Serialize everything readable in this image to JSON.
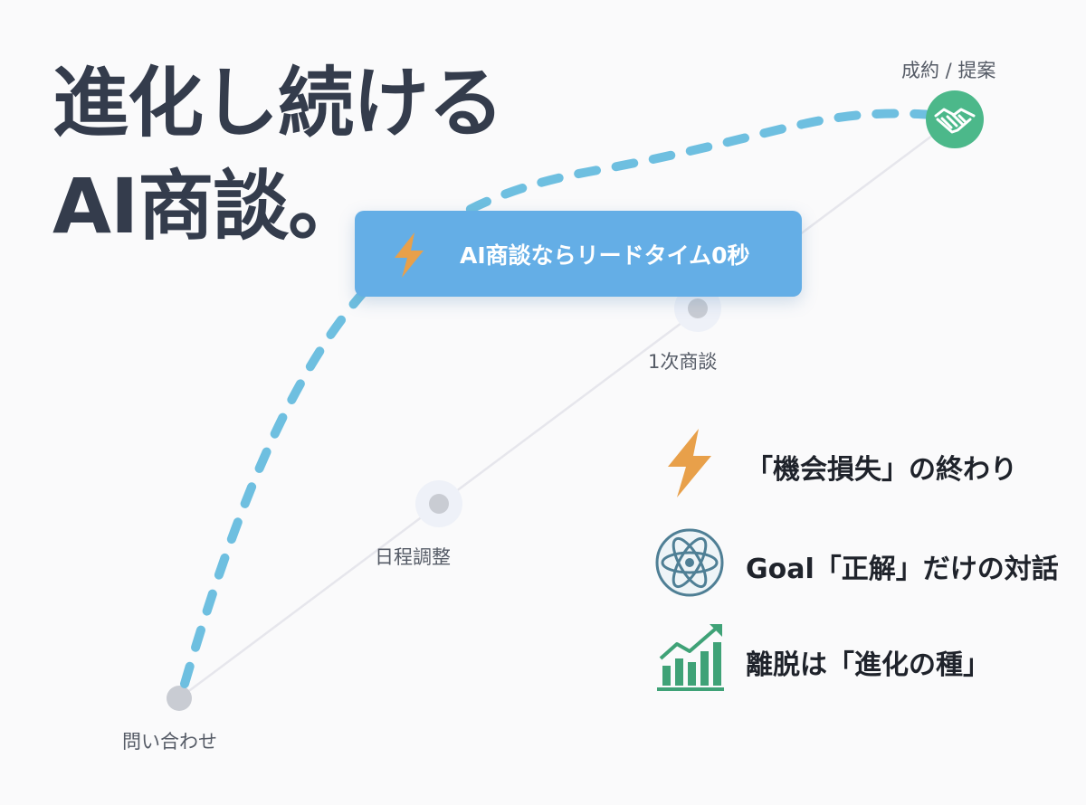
{
  "title": {
    "line1": "進化し続ける",
    "line2": "AI商談。"
  },
  "stages": [
    {
      "label": "問い合わせ"
    },
    {
      "label": "日程調整"
    },
    {
      "label": "1次商談"
    },
    {
      "label": "成約 / 提案"
    }
  ],
  "callout": {
    "text": "AI商談ならリードタイム0秒",
    "icon": "lightning-icon"
  },
  "features": [
    {
      "text": "「機会損失」の終わり",
      "icon": "lightning-icon"
    },
    {
      "text": "Goal「正解」だけの対話",
      "icon": "atom-icon"
    },
    {
      "text": "離脱は「進化の種」",
      "icon": "growth-chart-icon"
    }
  ],
  "colors": {
    "title": "#343c4c",
    "dashed_curve": "#6ebfe0",
    "callout_bg": "#64aee6",
    "goal_node": "#4cb88a",
    "lightning": "#e8a04a",
    "atom": "#4f7f95",
    "growth": "#3fa277",
    "node_gray": "#c9ccd3"
  }
}
